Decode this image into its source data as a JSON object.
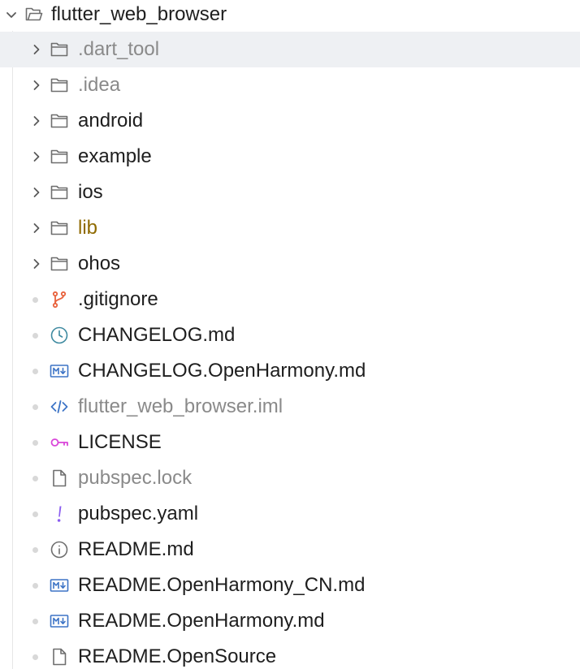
{
  "root": {
    "label": "flutter_web_browser",
    "icon": "folder-open-icon",
    "expanded": true
  },
  "items": [
    {
      "label": ".dart_tool",
      "type": "folder",
      "icon": "folder-icon",
      "tone": "dim",
      "selected": true
    },
    {
      "label": ".idea",
      "type": "folder",
      "icon": "folder-icon",
      "tone": "dim"
    },
    {
      "label": "android",
      "type": "folder",
      "icon": "folder-icon",
      "tone": "normal"
    },
    {
      "label": "example",
      "type": "folder",
      "icon": "folder-icon",
      "tone": "normal"
    },
    {
      "label": "ios",
      "type": "folder",
      "icon": "folder-icon",
      "tone": "normal"
    },
    {
      "label": "lib",
      "type": "folder",
      "icon": "folder-icon",
      "tone": "lib"
    },
    {
      "label": "ohos",
      "type": "folder",
      "icon": "folder-icon",
      "tone": "normal"
    },
    {
      "label": ".gitignore",
      "type": "file",
      "icon": "git-branch-icon",
      "tone": "normal"
    },
    {
      "label": "CHANGELOG.md",
      "type": "file",
      "icon": "clock-icon",
      "tone": "normal"
    },
    {
      "label": "CHANGELOG.OpenHarmony.md",
      "type": "file",
      "icon": "markdown-icon",
      "tone": "normal"
    },
    {
      "label": "flutter_web_browser.iml",
      "type": "file",
      "icon": "code-icon",
      "tone": "dim"
    },
    {
      "label": "LICENSE",
      "type": "file",
      "icon": "key-icon",
      "tone": "normal"
    },
    {
      "label": "pubspec.lock",
      "type": "file",
      "icon": "file-icon",
      "tone": "dim"
    },
    {
      "label": "pubspec.yaml",
      "type": "file",
      "icon": "exclamation-icon",
      "tone": "normal"
    },
    {
      "label": "README.md",
      "type": "file",
      "icon": "info-icon",
      "tone": "normal"
    },
    {
      "label": "README.OpenHarmony_CN.md",
      "type": "file",
      "icon": "markdown-icon",
      "tone": "normal"
    },
    {
      "label": "README.OpenHarmony.md",
      "type": "file",
      "icon": "markdown-icon",
      "tone": "normal"
    },
    {
      "label": "README.OpenSource",
      "type": "file",
      "icon": "file-icon",
      "tone": "normal"
    }
  ],
  "colors": {
    "selected_bg": "#eef0f3",
    "text": "#1e1e1e",
    "dim_text": "#8a8a8a",
    "lib_text": "#8f6a00",
    "folder_stroke": "#6e6e6e",
    "git_icon": "#e8623d",
    "clock_icon": "#3e8aa0",
    "markdown_icon": "#3d74c6",
    "code_icon": "#3d74c6",
    "key_icon": "#d946d9",
    "exclamation_icon": "#8a5cf0",
    "info_icon": "#6e6e6e",
    "file_stroke": "#6e6e6e"
  }
}
